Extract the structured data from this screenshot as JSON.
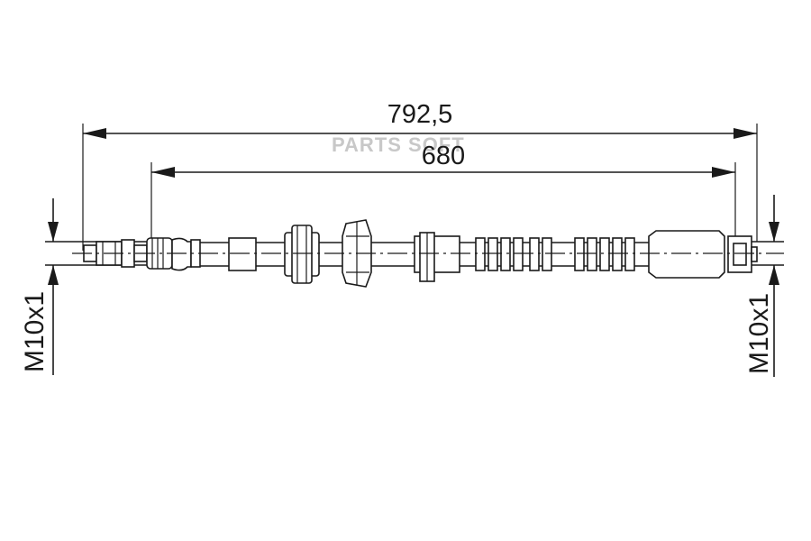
{
  "dimensions": {
    "overall_length": "792,5",
    "hose_length": "680"
  },
  "threads": {
    "left": "M10x1",
    "right": "M10x1"
  },
  "watermark": "PARTS SOFT"
}
